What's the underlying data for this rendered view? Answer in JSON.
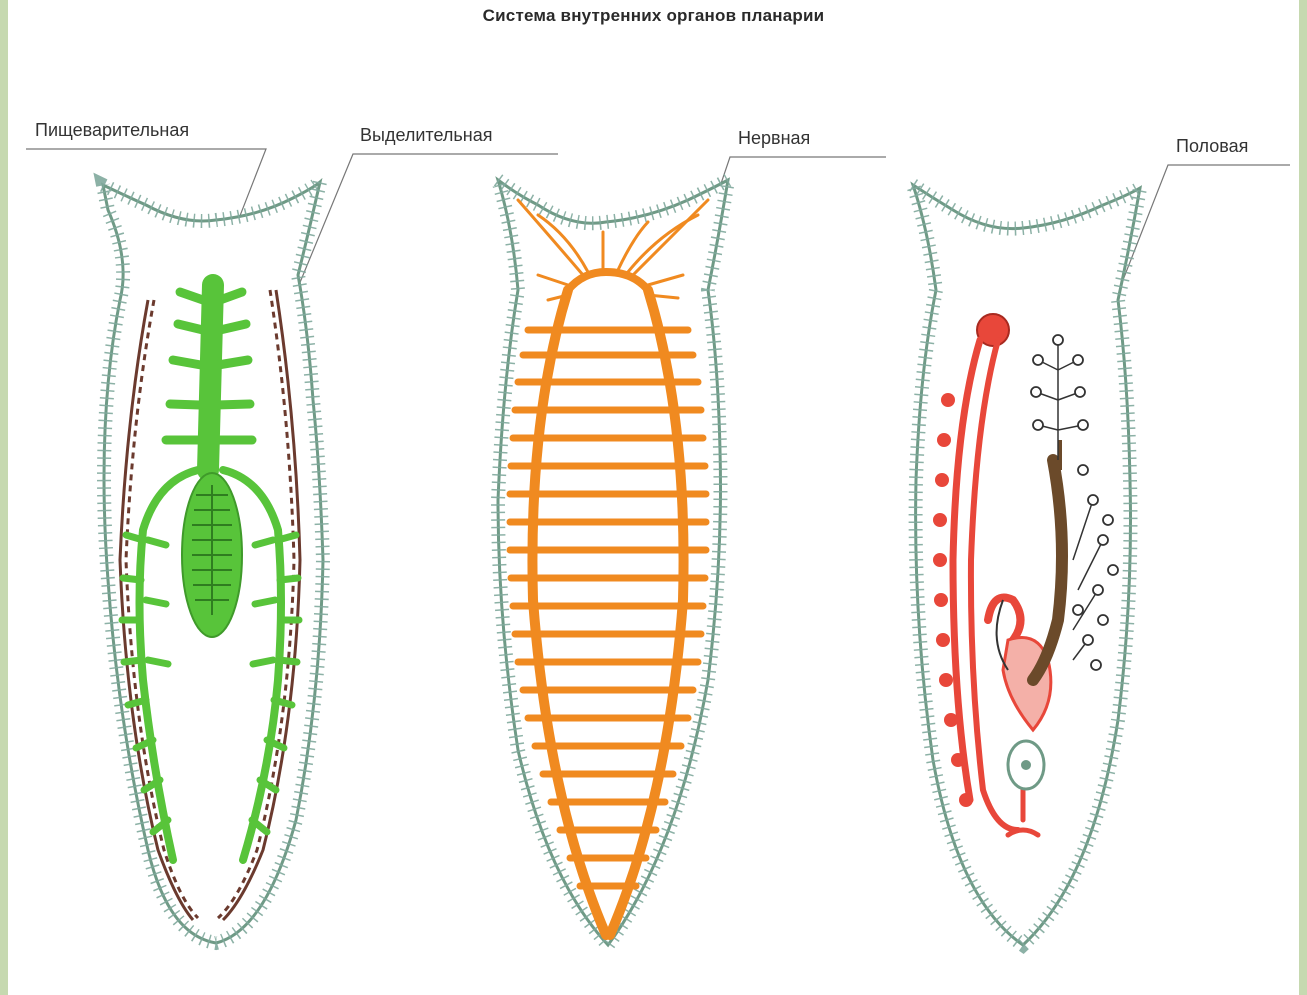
{
  "title": "Система внутренних органов планарии",
  "labels": {
    "digestive": "Пищеварительная",
    "excretory": "Выделительная",
    "nervous": "Нервная",
    "reproductive": "Половая"
  },
  "colors": {
    "body_outline": "#6f9a86",
    "cilia": "#7fa89c",
    "digestive": "#58c43a",
    "excretory": "#6b3a2e",
    "nervous": "#f08a20",
    "reproductive_female": "#e8473a",
    "reproductive_male": "#6b4a2a",
    "frame_background": "#c6d9b0"
  },
  "icons": [
    "planarian-digestive-figure",
    "planarian-excretory-figure",
    "planarian-nervous-figure",
    "planarian-reproductive-figure"
  ]
}
